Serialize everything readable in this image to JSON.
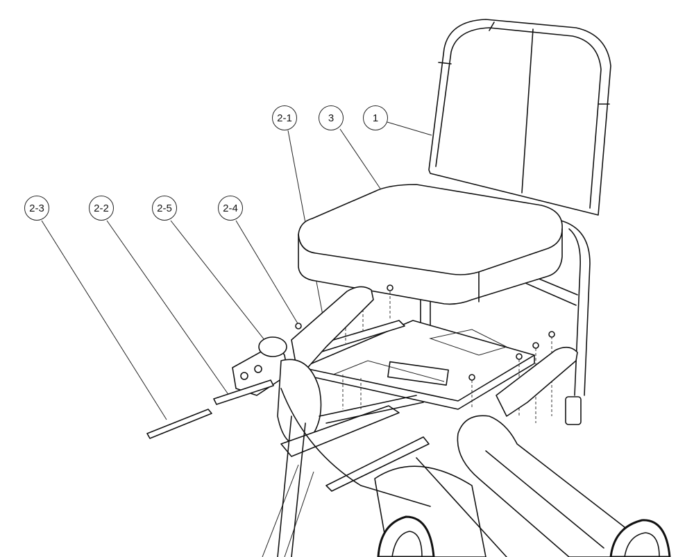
{
  "callouts": [
    {
      "id": "1",
      "label": "1"
    },
    {
      "id": "3",
      "label": "3"
    },
    {
      "id": "2-1",
      "label": "2-1"
    },
    {
      "id": "2-3",
      "label": "2-3"
    },
    {
      "id": "2-2",
      "label": "2-2"
    },
    {
      "id": "2-5",
      "label": "2-5"
    },
    {
      "id": "2-4",
      "label": "2-4"
    }
  ]
}
